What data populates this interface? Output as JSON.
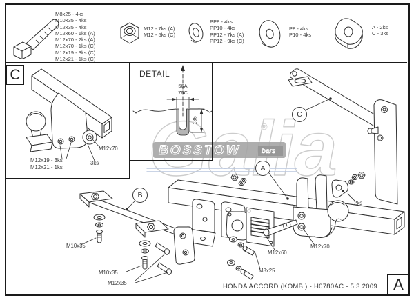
{
  "sheet": {
    "title": "HONDA ACCORD (KOMBI) - H0780AC - 5.3.2009",
    "revision_letter": "A"
  },
  "watermark": {
    "brand": "Galia",
    "registered": "®",
    "band": "BOSSTOW",
    "band_small": "bars",
    "outline_color": "#cccccc",
    "band_color": "#a3a3a3",
    "underline_color": "#b9c6dd"
  },
  "parts_panel": {
    "groups": [
      {
        "icon": "bolt-icon",
        "lines": [
          "M8x25 - 4ks",
          "M10x35 - 4ks",
          "M12x35 - 4ks",
          "M12x60 - 1ks (A)",
          "M12x70 - 2ks (A)",
          "M12x70 - 1ks (C)",
          "M12x19 - 3ks (C)",
          "M12x21 - 1ks (C)"
        ]
      },
      {
        "icon": "nut-icon",
        "lines": [
          "M12 - 7ks (A)",
          "M12 - 5ks (C)"
        ]
      },
      {
        "icon": "spring-washer-icon",
        "lines": [
          "PP8 - 4ks",
          "PP10 - 4ks",
          "PP12 - 7ks (A)",
          "PP12 - 9ks (C)"
        ]
      },
      {
        "icon": "flat-washer-icon",
        "lines": [
          "P8 - 4ks",
          "P10 - 4ks"
        ]
      },
      {
        "icon": "end-plate-icon",
        "lines": [
          "A - 2ks",
          "C - 3ks"
        ]
      }
    ]
  },
  "c_view": {
    "corner_letter": "C",
    "bolt_label": "M12x70",
    "qty_label": "3ks",
    "fastener_line1": "M12x19 - 3ks",
    "fastener_line2": "M12x21 - 1ks"
  },
  "detail_view": {
    "title": "DETAIL",
    "width_dim_a": "56A",
    "width_dim_c": "76C",
    "depth_dim": "135"
  },
  "main_view": {
    "balloon_a": "A",
    "balloon_b": "B",
    "balloon_c": "C",
    "label_m10x35_left": "M10x35",
    "label_m10x35_mid": "M10x35",
    "label_m12x35": "M12x35",
    "label_m12x60": "M12x60",
    "label_m12x70": "M12x70",
    "label_m8x25": "M8x25",
    "label_2ks": "2ks"
  }
}
